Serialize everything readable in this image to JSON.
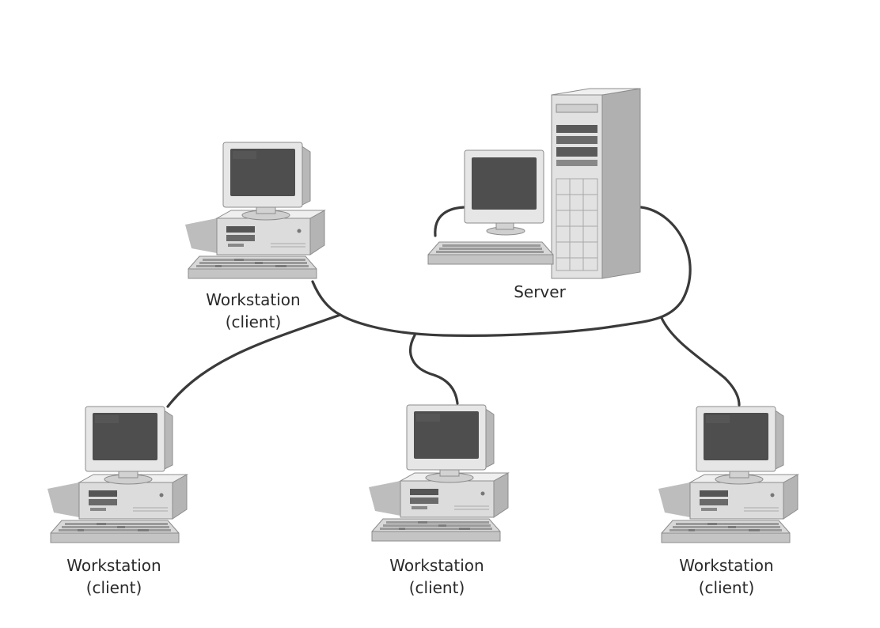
{
  "colors": {
    "cable": "#3a3a3a",
    "case": "#e0e0e0",
    "case_shadow": "#a9a9a9",
    "screen": "#4e4e4e",
    "outline": "#8c8c8c"
  },
  "nodes": [
    {
      "id": "workstation-top-left",
      "icon": "workstation-icon",
      "label_line1": "Workstation",
      "label_line2": "(client)"
    },
    {
      "id": "server",
      "icon": "server-icon",
      "label_line1": "Server"
    },
    {
      "id": "workstation-bottom-left",
      "icon": "workstation-icon",
      "label_line1": "Workstation",
      "label_line2": "(client)"
    },
    {
      "id": "workstation-bottom-center",
      "icon": "workstation-icon",
      "label_line1": "Workstation",
      "label_line2": "(client)"
    },
    {
      "id": "workstation-bottom-right",
      "icon": "workstation-icon",
      "label_line1": "Workstation",
      "label_line2": "(client)"
    }
  ]
}
